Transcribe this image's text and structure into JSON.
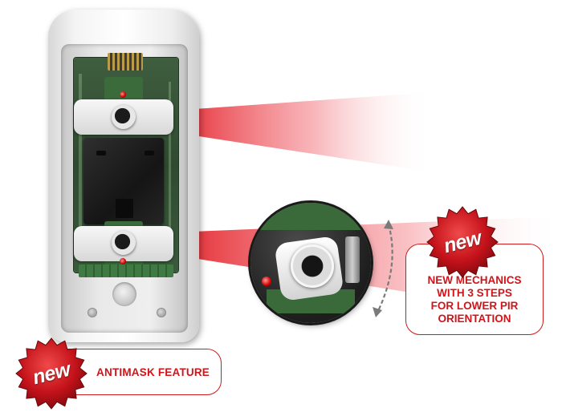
{
  "labels": {
    "antimask": "ANTIMASK FEATURE",
    "mechanics_lines": [
      "NEW MECHANICS",
      "WITH 3 STEPS",
      "FOR LOWER PIR",
      "ORIENTATION"
    ],
    "badge_word": "new"
  },
  "colors": {
    "accent_red": "#d1141a",
    "beam_red": "#e31b23",
    "badge_red": "#c4121a"
  },
  "icons": {
    "badge_shape": "starburst-badge-icon",
    "orientation_arrow": "double-arrow-curved-icon"
  }
}
